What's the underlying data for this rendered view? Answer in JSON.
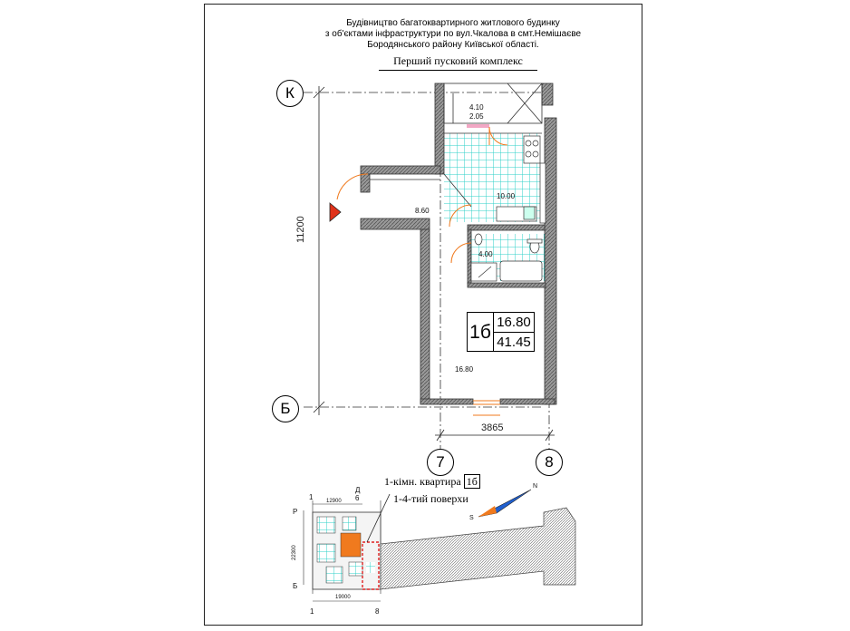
{
  "header": {
    "line1": "Будівництво багатоквартирного житлового будинку",
    "line2": "з об'єктами інфраструктури по вул.Чкалова в смт.Немішаєве",
    "line3": "Бородянського району  Київської області.",
    "subtitle": "Перший пусковий комплекс"
  },
  "axes": {
    "k": "К",
    "b": "Б",
    "seven": "7",
    "eight": "8"
  },
  "dimensions": {
    "vertical": "11200",
    "horizontal": "3865"
  },
  "rooms": {
    "balcony_top": "4.10",
    "balcony_bottom": "2.05",
    "kitchen": "10.00",
    "hall": "8.60",
    "bath": "4.00",
    "living": "16.80"
  },
  "apartment": {
    "code": "1б",
    "living_area": "16.80",
    "total_area": "41.45",
    "caption_prefix": "1-кімн. квартира",
    "caption_code": "1б",
    "floors": "1-4-тий поверхи"
  },
  "keyplan": {
    "axis_1": "1",
    "axis_6": "6",
    "axis_d": "Д",
    "axis_r": "Р",
    "axis_b": "Б",
    "axis_8": "8",
    "dim_top": "12900",
    "dim_left": "22300",
    "dim_bottom": "19000",
    "compass_n": "N",
    "compass_s": "S"
  },
  "colors": {
    "tile": "#2fd1c9",
    "wood": "#f07a1e",
    "entry_marker": "#e0321a",
    "highlight": "#e02020"
  }
}
